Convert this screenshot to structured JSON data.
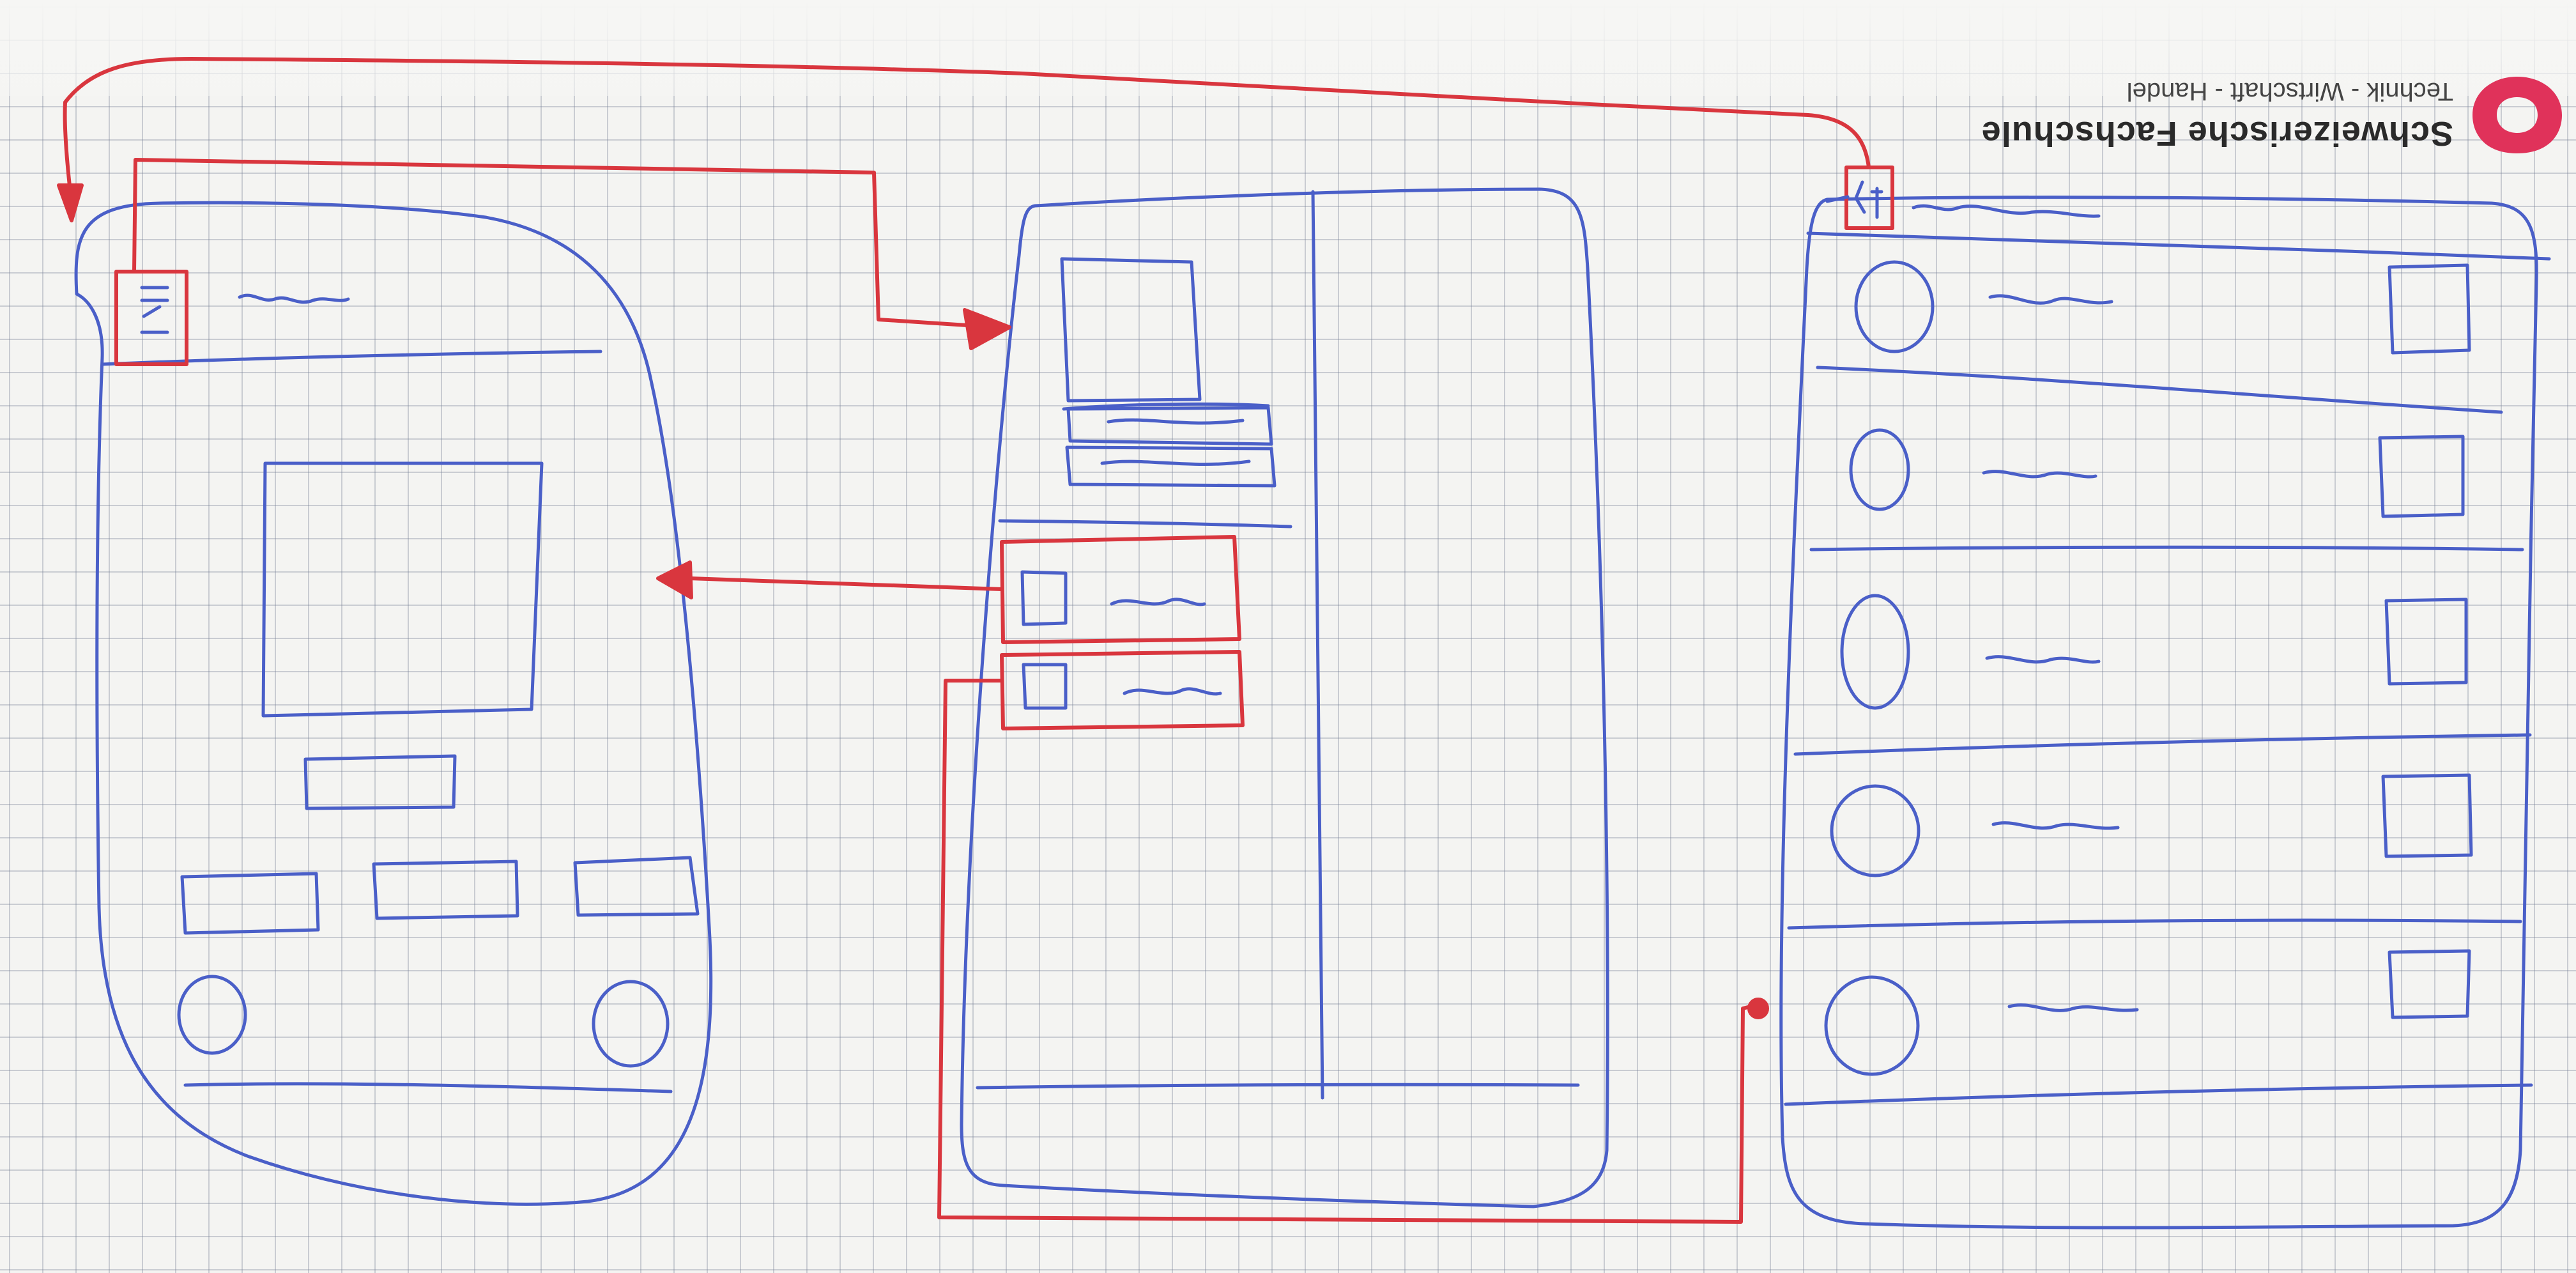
{
  "header": {
    "school_name": "Schweizerische Fachschule",
    "school_subtitle": "Technik - Wirtschaft - Handel"
  },
  "colors": {
    "wireframe_ink": "#4a5fc8",
    "flow_ink": "#d9363e",
    "logo": "#e0325a",
    "grid": "#8a93a8"
  },
  "screens": [
    {
      "id": "home",
      "elements": [
        "menu-icon",
        "title-squiggle",
        "image-placeholder",
        "label-box",
        "three-buttons",
        "two-round-buttons",
        "bottom-line"
      ]
    },
    {
      "id": "menu-drawer",
      "elements": [
        "thumbnail",
        "two-text-boxes",
        "menu-item-1",
        "menu-item-2",
        "divider"
      ]
    },
    {
      "id": "list",
      "elements": [
        "back-icon",
        "title-squiggle",
        "five-list-rows"
      ]
    }
  ],
  "flows": [
    {
      "from": "home.menu-icon",
      "to": "menu-drawer"
    },
    {
      "from": "menu-drawer.menu-item-1",
      "to": "home"
    },
    {
      "from": "menu-drawer.menu-item-2",
      "to": "list"
    },
    {
      "from": "list.back-icon",
      "to": "home"
    }
  ]
}
